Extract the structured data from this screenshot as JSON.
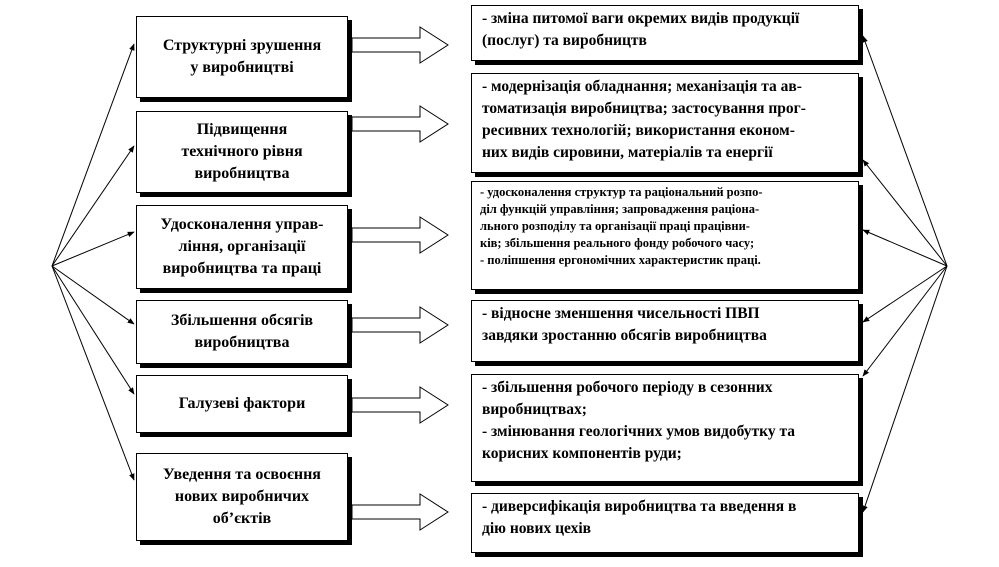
{
  "factors": [
    {
      "label": "Структурні зрушення\nу виробництві"
    },
    {
      "label": "Підвищення\nтехнічного рівня\nвиробництва"
    },
    {
      "label": "Удосконалення управ-\nління, організації\nвиробництва та праці"
    },
    {
      "label": "Збільшення обсягів\nвиробництва"
    },
    {
      "label": "Галузеві фактори"
    },
    {
      "label": "Уведення та освоєння\nнових виробничих\nоб’єктів"
    }
  ],
  "results": [
    {
      "text": "- зміна питомої ваги окремих видів продукції\n(послуг) та виробництв"
    },
    {
      "text": "- модернізація обладнання; механізація та ав-\nтоматизація виробництва; застосування прог-\nресивних технологій; використання економ-\nних видів сировини, матеріалів та енергії"
    },
    {
      "text": "- удосконалення структур та раціональний розпо-\nділ функцій управління; запровадження раціона-\nльного розподілу та організації праці працівни-\nків; збільшення реального фонду робочого часу;\n- поліпшення ергономічних характеристик праці."
    },
    {
      "text": "- відносне зменшення чисельності ПВП\nзавдяки зростанню обсягів виробництва"
    },
    {
      "text": "- збільшення робочого періоду в сезонних\nвиробництвах;\n- змінювання геологічних умов видобутку та\nкорисних компонентів руди;"
    },
    {
      "text": "- диверсифікація виробництва та введення в\nдію нових цехів"
    }
  ]
}
